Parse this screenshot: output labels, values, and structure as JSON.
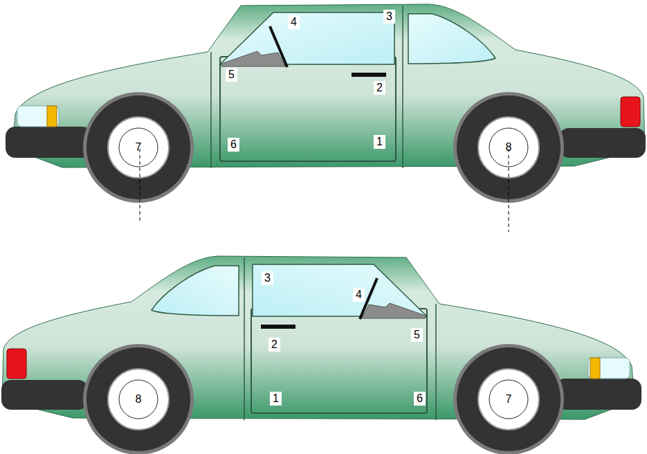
{
  "diagram": {
    "labels": [
      "4",
      "3",
      "5",
      "2",
      "6",
      "1",
      "7",
      "8",
      "3",
      "4",
      "2",
      "5",
      "1",
      "6",
      "8",
      "7"
    ]
  }
}
